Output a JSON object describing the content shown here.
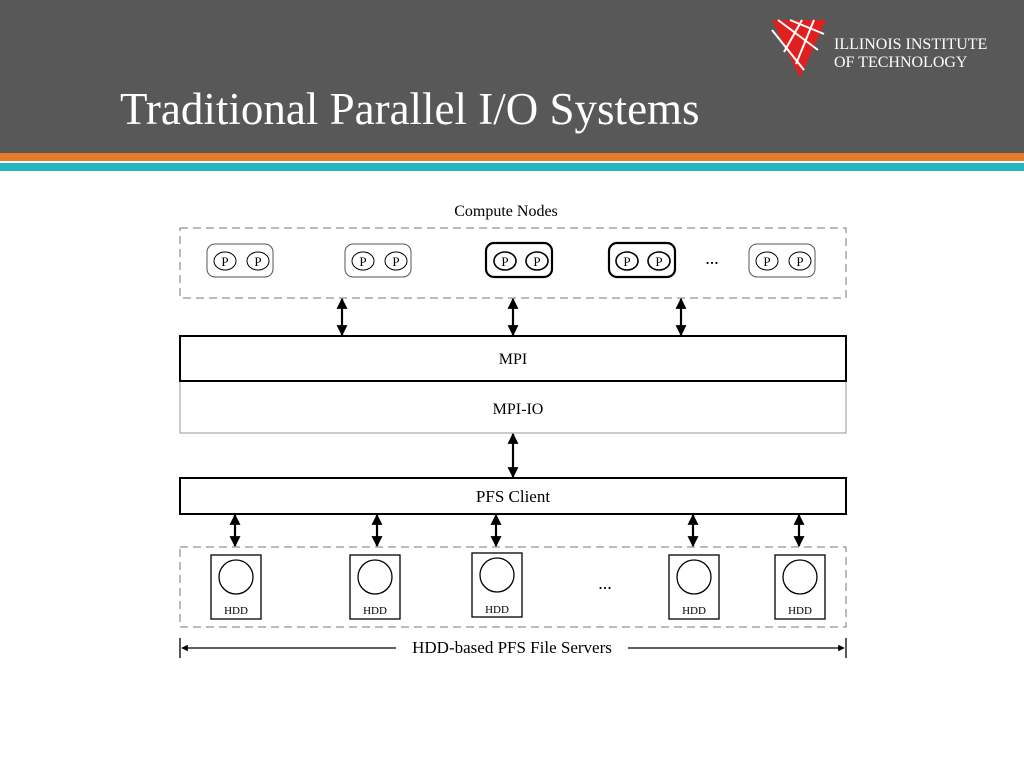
{
  "slide": {
    "title": "Traditional Parallel I/O Systems",
    "logo": {
      "line1": "ILLINOIS INSTITUTE",
      "line2": "OF TECHNOLOGY"
    }
  },
  "colors": {
    "header": "#585858",
    "stripe_orange": "#e87a2c",
    "stripe_teal": "#27b3c0",
    "logo_red": "#e0201f"
  },
  "diagram": {
    "compute_label": "Compute Nodes",
    "process_label": "P",
    "node_groups": [
      {
        "p1": "P",
        "p2": "P"
      },
      {
        "p1": "P",
        "p2": "P"
      },
      {
        "p1": "P",
        "p2": "P"
      },
      {
        "p1": "P",
        "p2": "P"
      },
      {
        "p1": "P",
        "p2": "P"
      }
    ],
    "ellipsis": "...",
    "mpi_label": "MPI",
    "mpiio_label": "MPI-IO",
    "pfs_client_label": "PFS Client",
    "hdd_label": "HDD",
    "servers_label": "HDD-based PFS File Servers"
  }
}
